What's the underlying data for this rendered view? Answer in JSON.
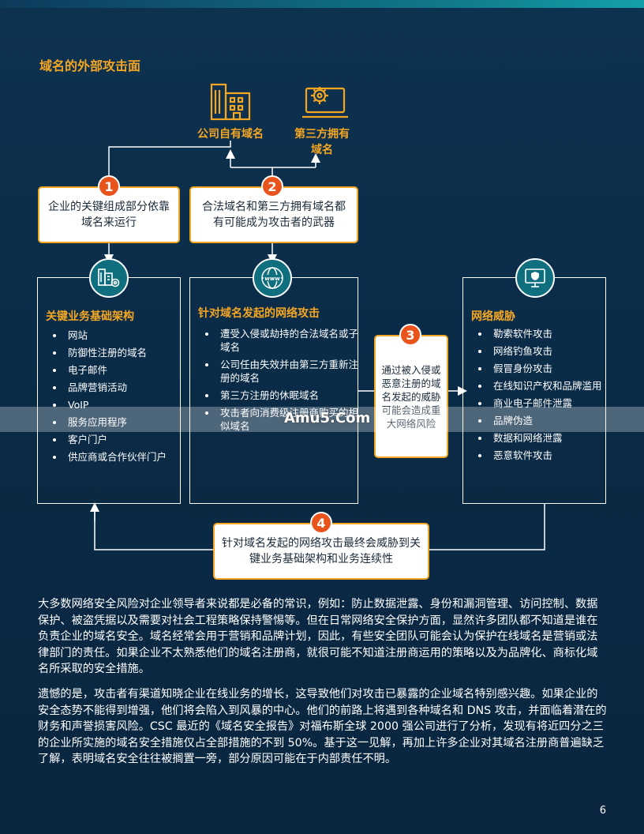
{
  "heading": "域名的外部攻击面",
  "top_labels": {
    "company_owned": "公司自有域名",
    "third_party_line1": "第三方拥有",
    "third_party_line2": "域名"
  },
  "callouts": {
    "c1": "企业的关键组成部分依靠域名来运行",
    "c2": "合法域名和第三方拥有域名都有可能成为攻击者的武器",
    "c3": "通过被入侵或恶意注册的域名发起的威胁可能会造成重大网络风险",
    "c4": "针对域名发起的网络攻击最终会威胁到关键业务基础架构和业务连续性"
  },
  "badges": [
    "1",
    "2",
    "3",
    "4"
  ],
  "panels": {
    "infrastructure": {
      "title": "关键业务基础架构",
      "items": [
        "网站",
        "防御性注册的域名",
        "电子邮件",
        "品牌营销活动",
        "VoIP",
        "服务应用程序",
        "客户门户",
        "供应商或合作伙伴门户"
      ]
    },
    "attacks": {
      "title": "针对域名发起的网络攻击",
      "items": [
        "遭受入侵或劫持的合法域名或子域名",
        "公司任由失效并由第三方重新注册的域名",
        "第三方注册的休眠域名",
        "攻击者向消费级注册商购买的相似域名"
      ]
    },
    "threats": {
      "title": "网络威胁",
      "items": [
        "勒索软件攻击",
        "网络钓鱼攻击",
        "假冒身份攻击",
        "在线知识产权和品牌滥用",
        "商业电子邮件泄露",
        "品牌伪造",
        "数据和网络泄露",
        "恶意软件攻击"
      ]
    }
  },
  "paragraphs": [
    "大多数网络安全风险对企业领导者来说都是必备的常识，例如：防止数据泄露、身份和漏洞管理、访问控制、数据保护、被盗凭据以及需要对社会工程策略保持警惕等。但在日常网络安全保护方面，显然许多团队都不知道是谁在负责企业的域名安全。域名经常会用于营销和品牌计划，因此，有些安全团队可能会认为保护在线域名是营销或法律部门的责任。如果企业不太熟悉他们的域名注册商，就很可能不知道注册商运用的策略以及为品牌化、商标化域名所采取的安全措施。",
    "遗憾的是，攻击者有渠道知晓企业在线业务的增长，这导致他们对攻击已暴露的企业域名特别感兴趣。如果企业的安全态势不能得到增强，他们将会陷入到风暴的中心。他们的前路上将遇到各种域名和 DNS 攻击，并面临着潜在的财务和声誉损害风险。CSC 最近的《域名安全报告》对福布斯全球 2000 强公司进行了分析，发现有将近四分之三的企业所实施的域名安全措施仅占全部措施的不到 50%。基于这一见解，再加上许多企业对其域名注册商普遍缺乏了解，表明域名安全往往被搁置一旁，部分原因可能在于内部责任不明。"
  ],
  "watermark": "Amu5.Com",
  "page_number": "6",
  "colors": {
    "accent": "#f5a623",
    "badge": "#e8541c",
    "background": "#0b2b47",
    "icon_circle": "#0f6f7e"
  },
  "icons": [
    "building-icon",
    "gear-laptop-icon",
    "building-gear-icon",
    "www-globe-icon",
    "shield-monitor-icon"
  ]
}
